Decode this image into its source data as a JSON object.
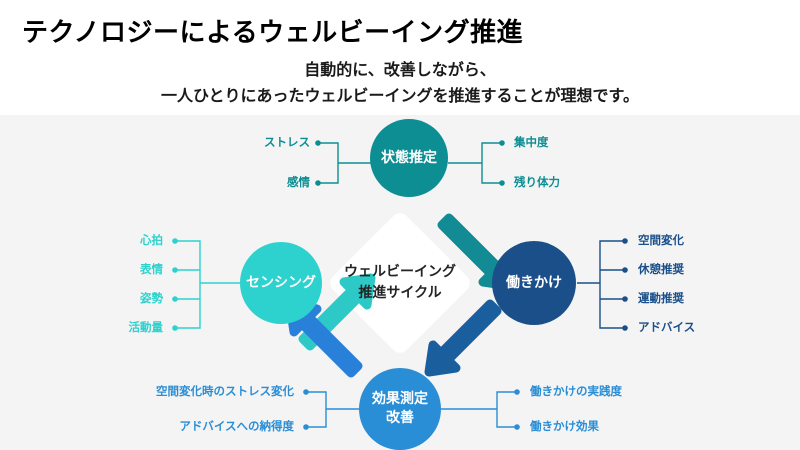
{
  "header": {
    "title": "テクノロジーによるウェルビーイング推進",
    "subtitle_line_1": "自動的に、改善しながら、",
    "subtitle_line_2": "一人ひとりにあったウェルビーイングを推進することが理想です。"
  },
  "diagram": {
    "center": {
      "label_line_1": "ウェルビーイング",
      "label_line_2": "推進サイクル",
      "shape": "diamond",
      "fill": "#ffffff",
      "text_color": "#242424"
    },
    "nodes": [
      {
        "id": "state-estimation",
        "label_line_1": "状態推定",
        "label_line_2": "",
        "color": "#0D8E93",
        "position": "top",
        "leaves_side": "both",
        "leaves_left": [
          "ストレス",
          "感情"
        ],
        "leaves_right": [
          "集中度",
          "残り体力"
        ],
        "leaf_color": "#0D8E93",
        "line_color": "#0D8E93"
      },
      {
        "id": "intervention",
        "label_line_1": "働きかけ",
        "label_line_2": "",
        "color": "#1A4F8A",
        "position": "right",
        "leaves_side": "right",
        "leaves_right": [
          "空間変化",
          "休憩推奨",
          "運動推奨",
          "アドバイス"
        ],
        "leaf_color": "#1A4F8A",
        "line_color": "#1A4F8A"
      },
      {
        "id": "effect-measurement",
        "label_line_1": "効果測定",
        "label_line_2": "改善",
        "color": "#2A8ED6",
        "position": "bottom",
        "leaves_side": "both",
        "leaves_left": [
          "空間変化時のストレス変化",
          "アドバイスへの納得度"
        ],
        "leaves_right": [
          "働きかけの実践度",
          "働きかけ効果"
        ],
        "leaf_color": "#2A8ED6",
        "line_color": "#2A8ED6"
      },
      {
        "id": "sensing",
        "label_line_1": "センシング",
        "label_line_2": "",
        "color": "#2DD1CE",
        "position": "left",
        "leaves_side": "left",
        "leaves_left": [
          "心拍",
          "表情",
          "姿勢",
          "活動量"
        ],
        "leaf_color": "#2DD1CE",
        "line_color": "#2DD1CE"
      }
    ],
    "arrows": [
      {
        "id": "arrow-sensing-to-state",
        "from": "sensing",
        "to": "state-estimation",
        "color": "#2DC9C6",
        "direction": "up-right"
      },
      {
        "id": "arrow-state-to-intervention",
        "from": "state-estimation",
        "to": "intervention",
        "color": "#128B94",
        "direction": "down-right"
      },
      {
        "id": "arrow-intervention-to-effect",
        "from": "intervention",
        "to": "effect-measurement",
        "color": "#1B5E9E",
        "direction": "down-left"
      },
      {
        "id": "arrow-effect-to-sensing",
        "from": "effect-measurement",
        "to": "sensing",
        "color": "#2980D8",
        "direction": "up-left"
      }
    ],
    "panel_background": "#f4f4f4"
  }
}
